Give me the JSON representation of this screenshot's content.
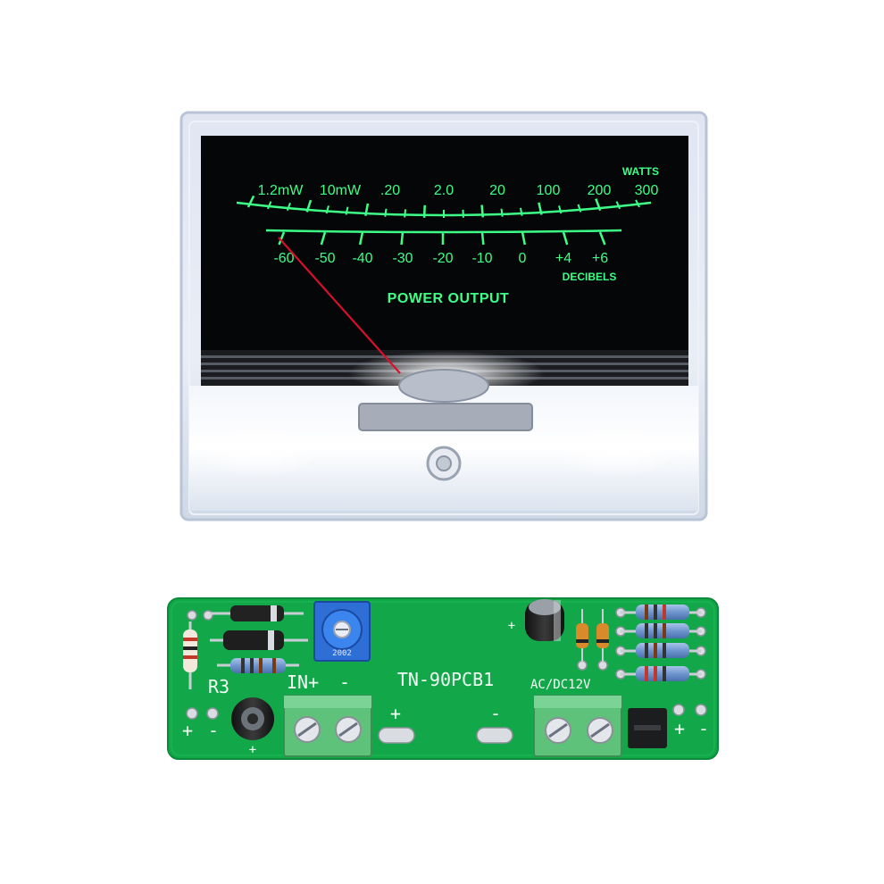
{
  "meter": {
    "watts_unit": "WATTS",
    "watts_ticks": [
      "1.2mW",
      "10mW",
      ".20",
      "2.0",
      "20",
      "100",
      "200",
      "300"
    ],
    "db_ticks": [
      "-60",
      "-50",
      "-40",
      "-30",
      "-20",
      "-10",
      "0",
      "+4",
      "+6"
    ],
    "db_unit": "DECIBELS",
    "title": "POWER OUTPUT",
    "needle_color": "#d8102a",
    "scale_color": "#3dff88"
  },
  "pcb": {
    "board_label": "TN-90PCB1",
    "r3_label": "R3",
    "in_plus_label": "IN+",
    "in_minus_label": "-",
    "ac_dc_label": "AC/DC12V",
    "pad_plus": "+",
    "pad_minus": "-",
    "left_plus": "+",
    "left_minus": "-",
    "right_plus": "+",
    "right_minus": "-",
    "cap_plus": "+",
    "cap_bottom_plus": "+",
    "trimmer_label": "2002",
    "board_color": "#12a84a",
    "terminal_color": "#5ec27a"
  }
}
